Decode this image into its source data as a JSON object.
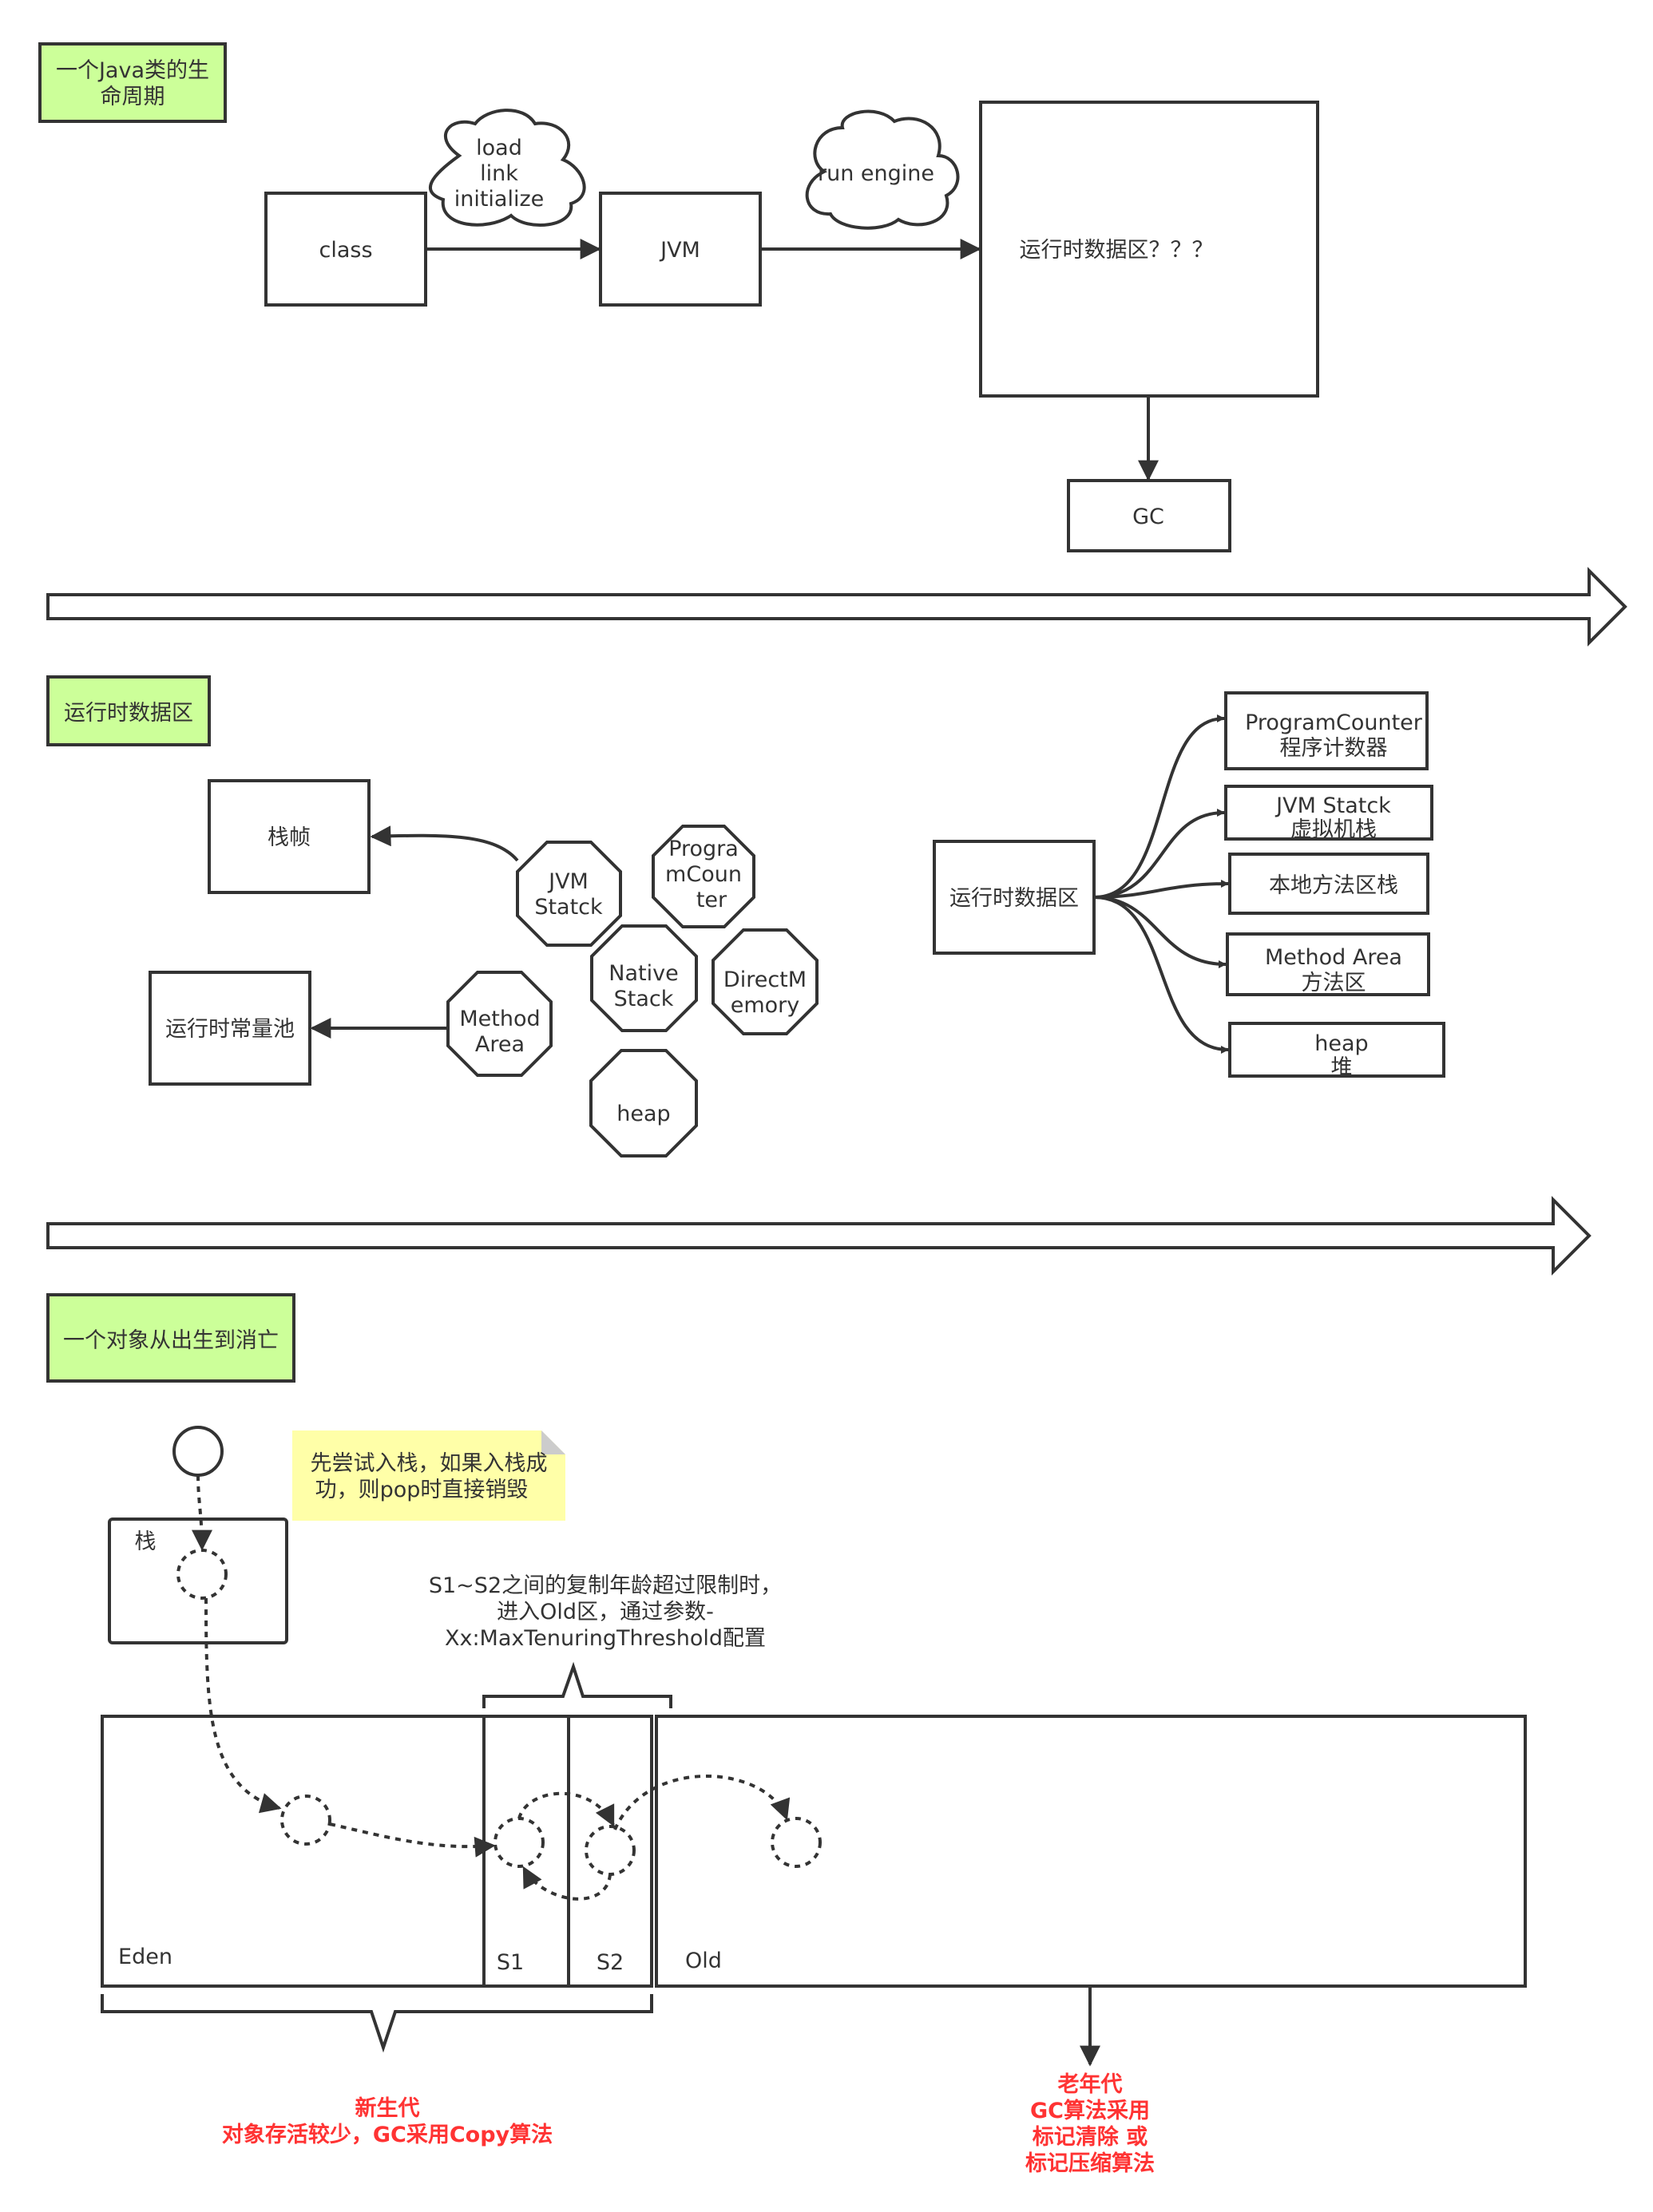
{
  "colors": {
    "stroke": "#333333",
    "title_fill": "#ccff99",
    "note_fill": "#ffffa8",
    "highlight": "#ff3333"
  },
  "section1": {
    "title": [
      "一个Java类的生",
      "命周期"
    ],
    "class": "class",
    "jvm": "JVM",
    "cloud1": [
      "load",
      "link",
      "initialize"
    ],
    "cloud2": "run engine",
    "runtime": "运行时数据区？？？",
    "gc": "GC"
  },
  "section2": {
    "title": "运行时数据区",
    "stack_frame": "栈帧",
    "const_pool": "运行时常量池",
    "octagons": {
      "jvm_stack": [
        "JVM",
        "Statck"
      ],
      "program_counter": [
        "Progra",
        "mCoun",
        "ter"
      ],
      "native_stack": [
        "Native",
        "Stack"
      ],
      "direct_memory": [
        "DirectM",
        "emory"
      ],
      "method_area": [
        "Method",
        "Area"
      ],
      "heap": "heap"
    },
    "root": "运行时数据区",
    "branches": [
      [
        "ProgramCounter",
        "程序计数器"
      ],
      [
        "JVM Statck",
        "虚拟机栈"
      ],
      [
        "本地方法区栈"
      ],
      [
        "Method Area",
        "方法区"
      ],
      [
        "heap",
        "堆"
      ]
    ]
  },
  "section3": {
    "title": "一个对象从出生到消亡",
    "note": [
      "先尝试入栈，如果入栈成",
      "功，则pop时直接销毁"
    ],
    "stack": "栈",
    "threshold_note": [
      "S1~S2之间的复制年龄超过限制时，",
      "进入Old区，通过参数-",
      "Xx:MaxTenuringThreshold配置"
    ],
    "eden": "Eden",
    "s1": "S1",
    "s2": "S2",
    "old": "Old",
    "young_gen": [
      "新生代",
      "对象存活较少，GC采用Copy算法"
    ],
    "old_gen": [
      "老年代",
      "GC算法采用",
      "标记清除 或",
      "标记压缩算法"
    ]
  }
}
